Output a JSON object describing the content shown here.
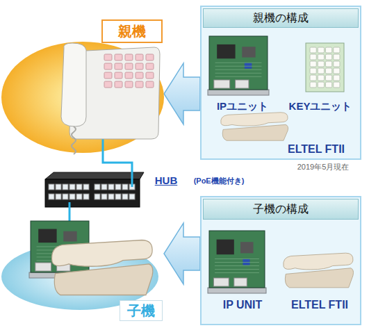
{
  "diagram": {
    "nodes": [
      {
        "text": [
          "親機"
        ]
      },
      {
        "text": [
          "親機の構成"
        ]
      },
      {
        "text": [
          "IPユニット"
        ],
        "in": 1
      },
      {
        "text": [
          "KEYユニット"
        ],
        "in": 1
      },
      {
        "text": [
          "ELTEL FTII"
        ],
        "in": 1
      },
      {
        "text": [
          "HUB",
          "(PoE機能付き)"
        ]
      },
      {
        "text": [
          "子機の構成"
        ]
      },
      {
        "text": [
          "IP UNIT"
        ],
        "in": 6
      },
      {
        "text": [
          "ELTEL FTII"
        ],
        "in": 6
      },
      {
        "text": [
          "子機"
        ]
      }
    ],
    "edges": [
      {
        "from": 1,
        "to": 0,
        "arrow": "to"
      },
      {
        "from": 0,
        "to": 5,
        "arrow": "none"
      },
      {
        "from": 5,
        "to": 9,
        "arrow": "none"
      },
      {
        "from": 6,
        "to": 9,
        "arrow": "to"
      }
    ],
    "labels": [
      "2019年5月現在"
    ]
  }
}
